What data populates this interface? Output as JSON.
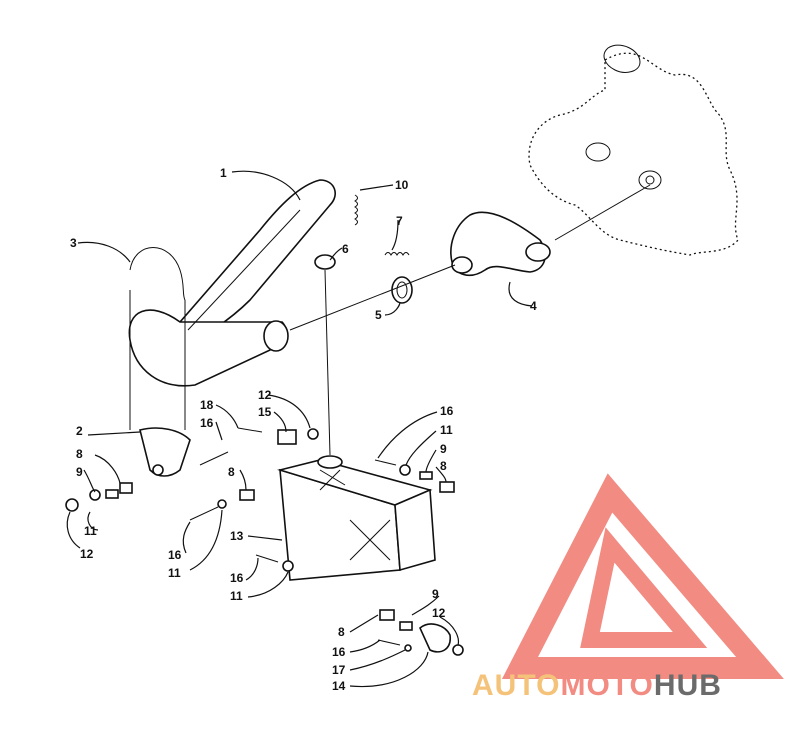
{
  "diagram": {
    "callouts": [
      {
        "id": "c1",
        "text": "1"
      },
      {
        "id": "c2",
        "text": "2"
      },
      {
        "id": "c3",
        "text": "3"
      },
      {
        "id": "c4",
        "text": "4"
      },
      {
        "id": "c5",
        "text": "5"
      },
      {
        "id": "c6",
        "text": "6"
      },
      {
        "id": "c7",
        "text": "7"
      },
      {
        "id": "c8a",
        "text": "8"
      },
      {
        "id": "c9a",
        "text": "9"
      },
      {
        "id": "c11a",
        "text": "11"
      },
      {
        "id": "c12a",
        "text": "12"
      },
      {
        "id": "c18",
        "text": "18"
      },
      {
        "id": "c16a",
        "text": "16"
      },
      {
        "id": "c12b",
        "text": "12"
      },
      {
        "id": "c15",
        "text": "15"
      },
      {
        "id": "c8b",
        "text": "8"
      },
      {
        "id": "c16b",
        "text": "16"
      },
      {
        "id": "c11b",
        "text": "11"
      },
      {
        "id": "c16c",
        "text": "16"
      },
      {
        "id": "c11c",
        "text": "11"
      },
      {
        "id": "c9b",
        "text": "9"
      },
      {
        "id": "c8c",
        "text": "8"
      },
      {
        "id": "c13",
        "text": "13"
      },
      {
        "id": "c16d",
        "text": "16"
      },
      {
        "id": "c11d",
        "text": "11"
      },
      {
        "id": "c10",
        "text": "10"
      },
      {
        "id": "c9c",
        "text": "9"
      },
      {
        "id": "c12c",
        "text": "12"
      },
      {
        "id": "c8d",
        "text": "8"
      },
      {
        "id": "c16e",
        "text": "16"
      },
      {
        "id": "c17",
        "text": "17"
      },
      {
        "id": "c14",
        "text": "14"
      }
    ]
  },
  "watermark": {
    "part1": "AUTO",
    "part2": "MOTO",
    "part3": "HUB",
    "colors": {
      "auto": "#f5c27a",
      "moto": "#f28b82",
      "hub": "#6b6b6b",
      "logo": "#f28b82"
    }
  }
}
